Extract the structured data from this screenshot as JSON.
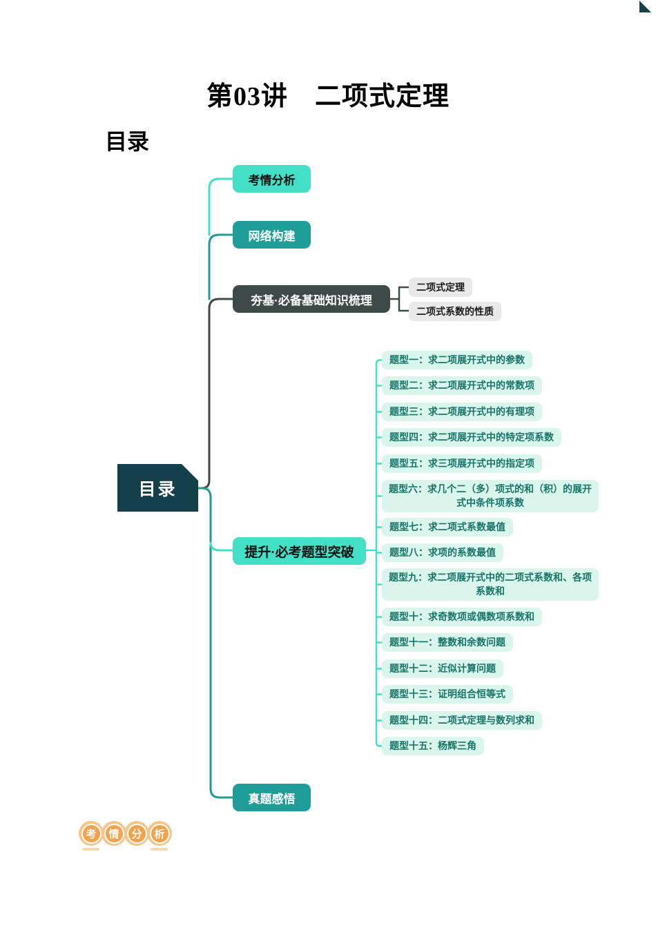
{
  "page": {
    "title": "第03讲　二项式定理",
    "toc_heading": "目录"
  },
  "mindmap": {
    "root": {
      "label": "目录"
    },
    "branches": [
      {
        "label": "考情分析"
      },
      {
        "label": "网络构建"
      },
      {
        "label": "夯基·必备基础知识梳理",
        "children": [
          "二项式定理",
          "二项式系数的性质"
        ]
      },
      {
        "label": "提升·必考题型突破",
        "children": [
          "题型一：求二项展开式中的参数",
          "题型二：求二项展开式中的常数项",
          "题型三：求二项展开式中的有理项",
          "题型四：求二项展开式中的特定项系数",
          "题型五：求三项展开式中的指定项",
          "题型六：求几个二（多）项式的和（积）的展开式中条件项系数",
          "题型七：求二项式系数最值",
          "题型八：求项的系数最值",
          "题型九：求二项展开式中的二项式系数和、各项系数和",
          "题型十：求奇数项或偶数项系数和",
          "题型十一：整数和余数问题",
          "题型十二：近似计算问题",
          "题型十三：证明组合恒等式",
          "题型十四：二项式定理与数列求和",
          "题型十五：杨辉三角"
        ]
      },
      {
        "label": "真题感悟"
      }
    ]
  },
  "footer_badge": {
    "chars": [
      "考",
      "情",
      "分",
      "析"
    ]
  },
  "colors": {
    "turquoise_light": "#43DFC6",
    "teal": "#1F9D99",
    "dark_slate": "#3E4A48",
    "root_dark": "#164049",
    "mint_bg": "#D9F5EC",
    "mint_text": "#177468",
    "gray_bg": "#E9E9E9",
    "badge_orange": "#F2A24D",
    "badge_orange_light": "#F7C489",
    "badge_underline": "#FAD9A8"
  }
}
